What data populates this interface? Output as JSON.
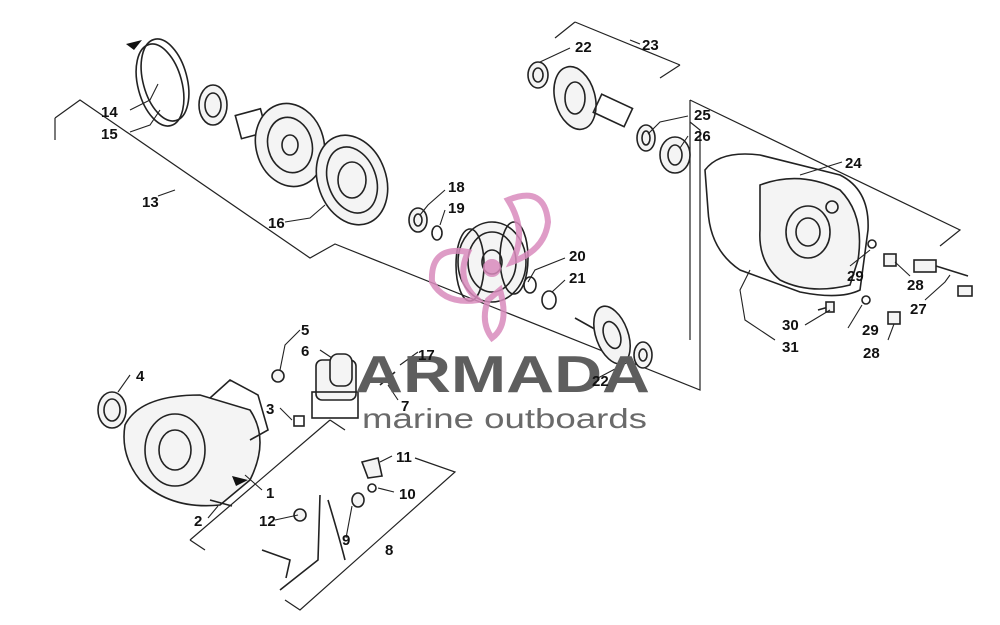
{
  "watermark": {
    "brand": "ARMADA",
    "tagline": "marine outboards",
    "logo_color": "#d98bbd",
    "text_color": "#5e5e5e"
  },
  "callouts": {
    "c1": "1",
    "c2": "2",
    "c3": "3",
    "c4": "4",
    "c5": "5",
    "c6": "6",
    "c7": "7",
    "c8": "8",
    "c9": "9",
    "c10": "10",
    "c11": "11",
    "c12": "12",
    "c13": "13",
    "c14": "14",
    "c15": "15",
    "c16": "16",
    "c17": "17",
    "c18": "18",
    "c19": "19",
    "c20": "20",
    "c21": "21",
    "c22a": "22",
    "c22b": "22",
    "c23": "23",
    "c24": "24",
    "c25": "25",
    "c26": "26",
    "c27": "27",
    "c28a": "28",
    "c28b": "28",
    "c29a": "29",
    "c29b": "29",
    "c30": "30",
    "c31": "31"
  }
}
